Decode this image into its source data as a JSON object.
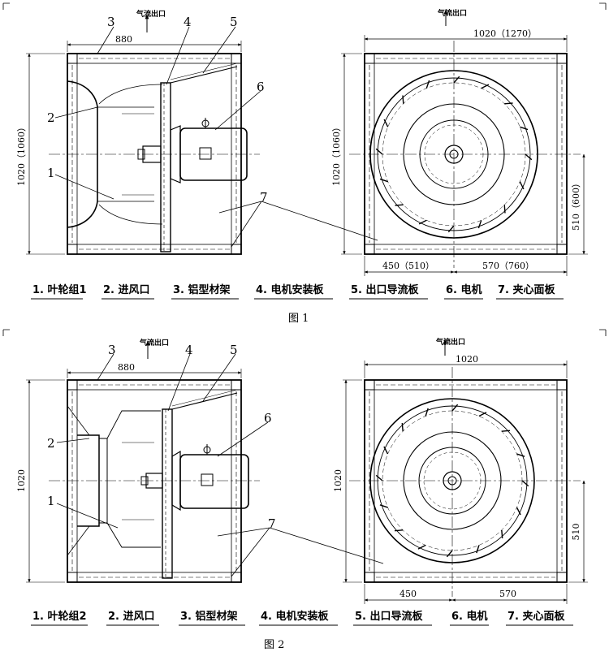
{
  "figures": [
    {
      "caption": "图 1",
      "side": {
        "airflow_label": "气流出口",
        "width_dim": "880",
        "height_dim": "1020（1060）",
        "callouts": [
          "1",
          "2",
          "3",
          "4",
          "5",
          "6",
          "7"
        ]
      },
      "front": {
        "airflow_label": "气流出口",
        "width_dim": "1020（1270）",
        "height_dim": "1020（1060）",
        "bottom_left_dim": "450（510）",
        "bottom_right_dim": "570（760）",
        "right_dim": "510（600）"
      },
      "legend": [
        "1. 叶轮组1",
        "2. 进风口",
        "3. 铝型材架",
        "4. 电机安装板",
        "5. 出口导流板",
        "6. 电机",
        "7. 夹心面板"
      ]
    },
    {
      "caption": "图 2",
      "side": {
        "airflow_label": "气流出口",
        "width_dim": "880",
        "height_dim": "1020",
        "callouts": [
          "1",
          "2",
          "3",
          "4",
          "5",
          "6",
          "7"
        ]
      },
      "front": {
        "airflow_label": "气流出口",
        "width_dim": "1020",
        "height_dim": "1020",
        "bottom_left_dim": "450",
        "bottom_right_dim": "570",
        "right_dim": "510"
      },
      "legend": [
        "1. 叶轮组2",
        "2. 进风口",
        "3. 铝型材架",
        "4. 电机安装板",
        "5. 出口导流板",
        "6. 电机",
        "7. 夹心面板"
      ]
    }
  ]
}
